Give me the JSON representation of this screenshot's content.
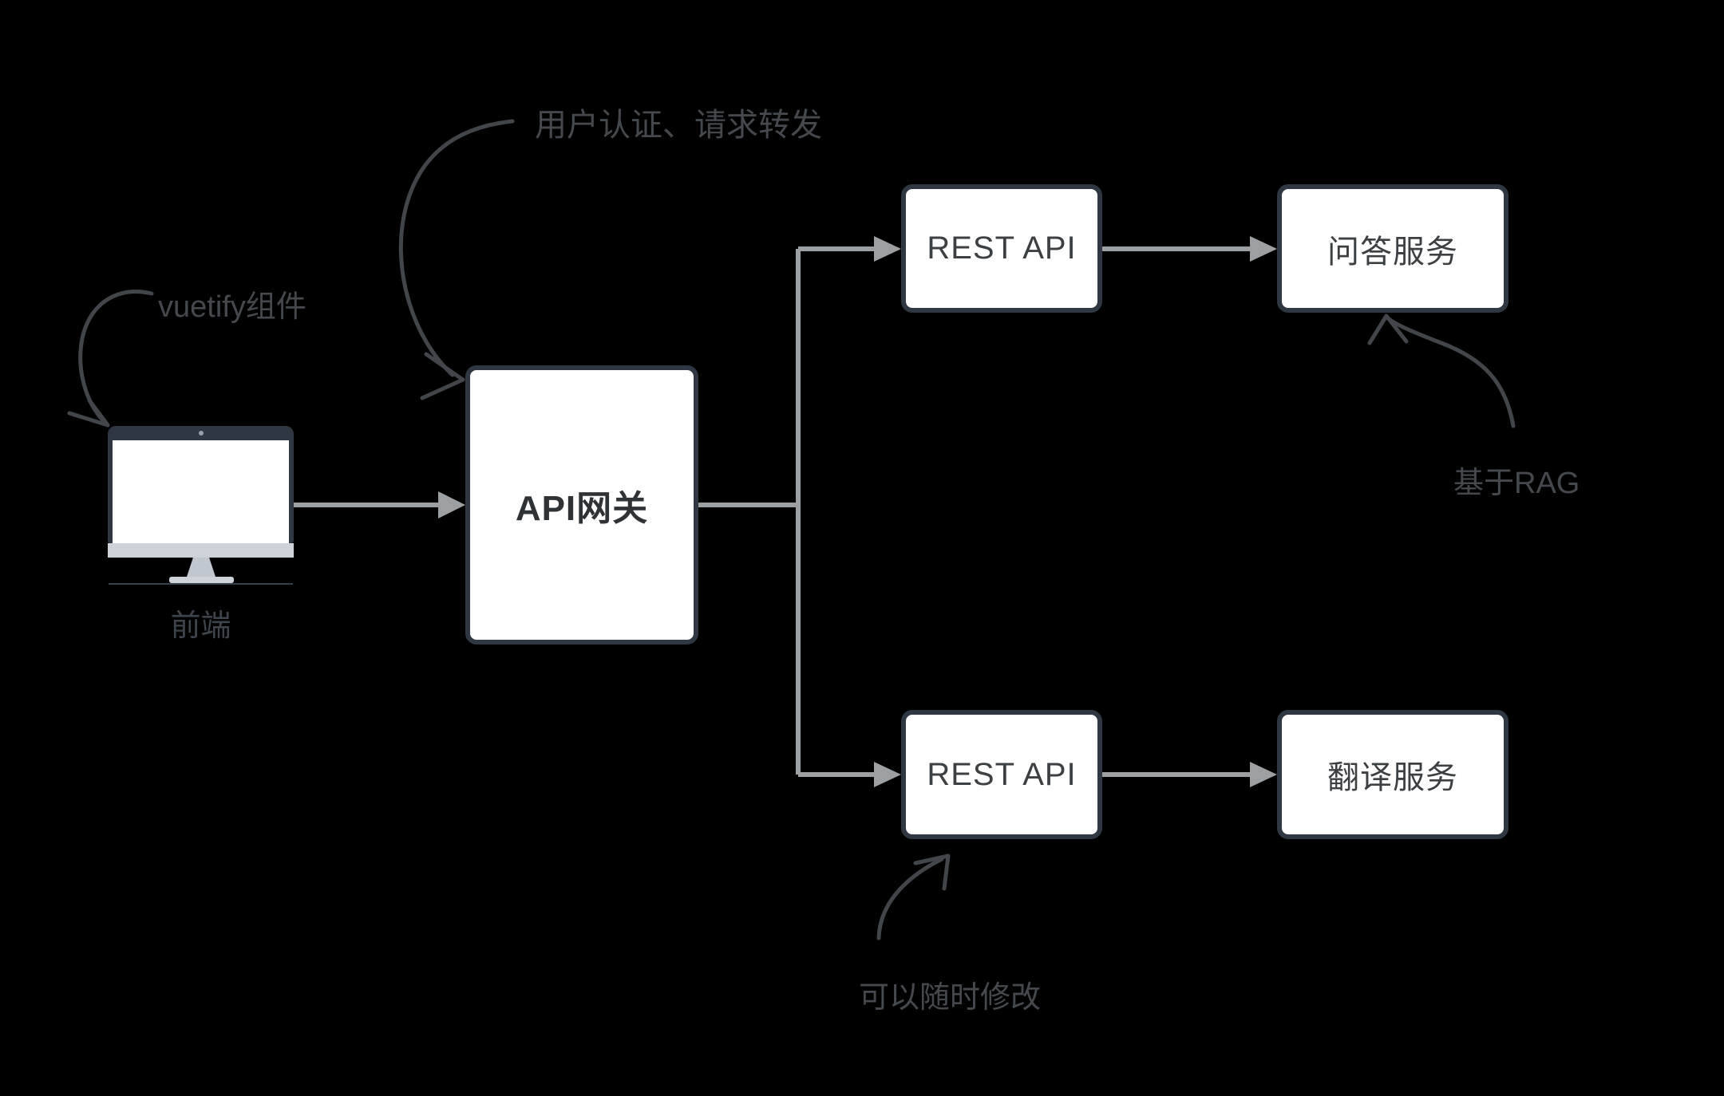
{
  "diagram": {
    "background_color": "#000000",
    "node_border_color": "#2e3742",
    "node_fill_color": "#ffffff",
    "node_text_color": "#3d4043",
    "connector_color": "#9da0a2",
    "annotation_color": "#45494e",
    "nodes": {
      "frontend": {
        "label": "前端",
        "icon": "desktop-monitor"
      },
      "gateway": {
        "label": "API网关"
      },
      "rest_api_top": {
        "label": "REST API"
      },
      "qa_service": {
        "label": "问答服务"
      },
      "rest_api_bottom": {
        "label": "REST API"
      },
      "translation_service": {
        "label": "翻译服务"
      }
    },
    "annotations": {
      "vuetify": {
        "text": "vuetify组件",
        "points_to": "frontend"
      },
      "auth": {
        "text": "用户认证、请求转发",
        "points_to": "gateway"
      },
      "rag": {
        "text": "基于RAG",
        "points_to": "qa_service"
      },
      "modify": {
        "text": "可以随时修改",
        "points_to": "rest_api_bottom"
      }
    },
    "edges": [
      {
        "from": "frontend",
        "to": "gateway"
      },
      {
        "from": "gateway",
        "to": "rest_api_top"
      },
      {
        "from": "gateway",
        "to": "rest_api_bottom"
      },
      {
        "from": "rest_api_top",
        "to": "qa_service"
      },
      {
        "from": "rest_api_bottom",
        "to": "translation_service"
      }
    ]
  }
}
